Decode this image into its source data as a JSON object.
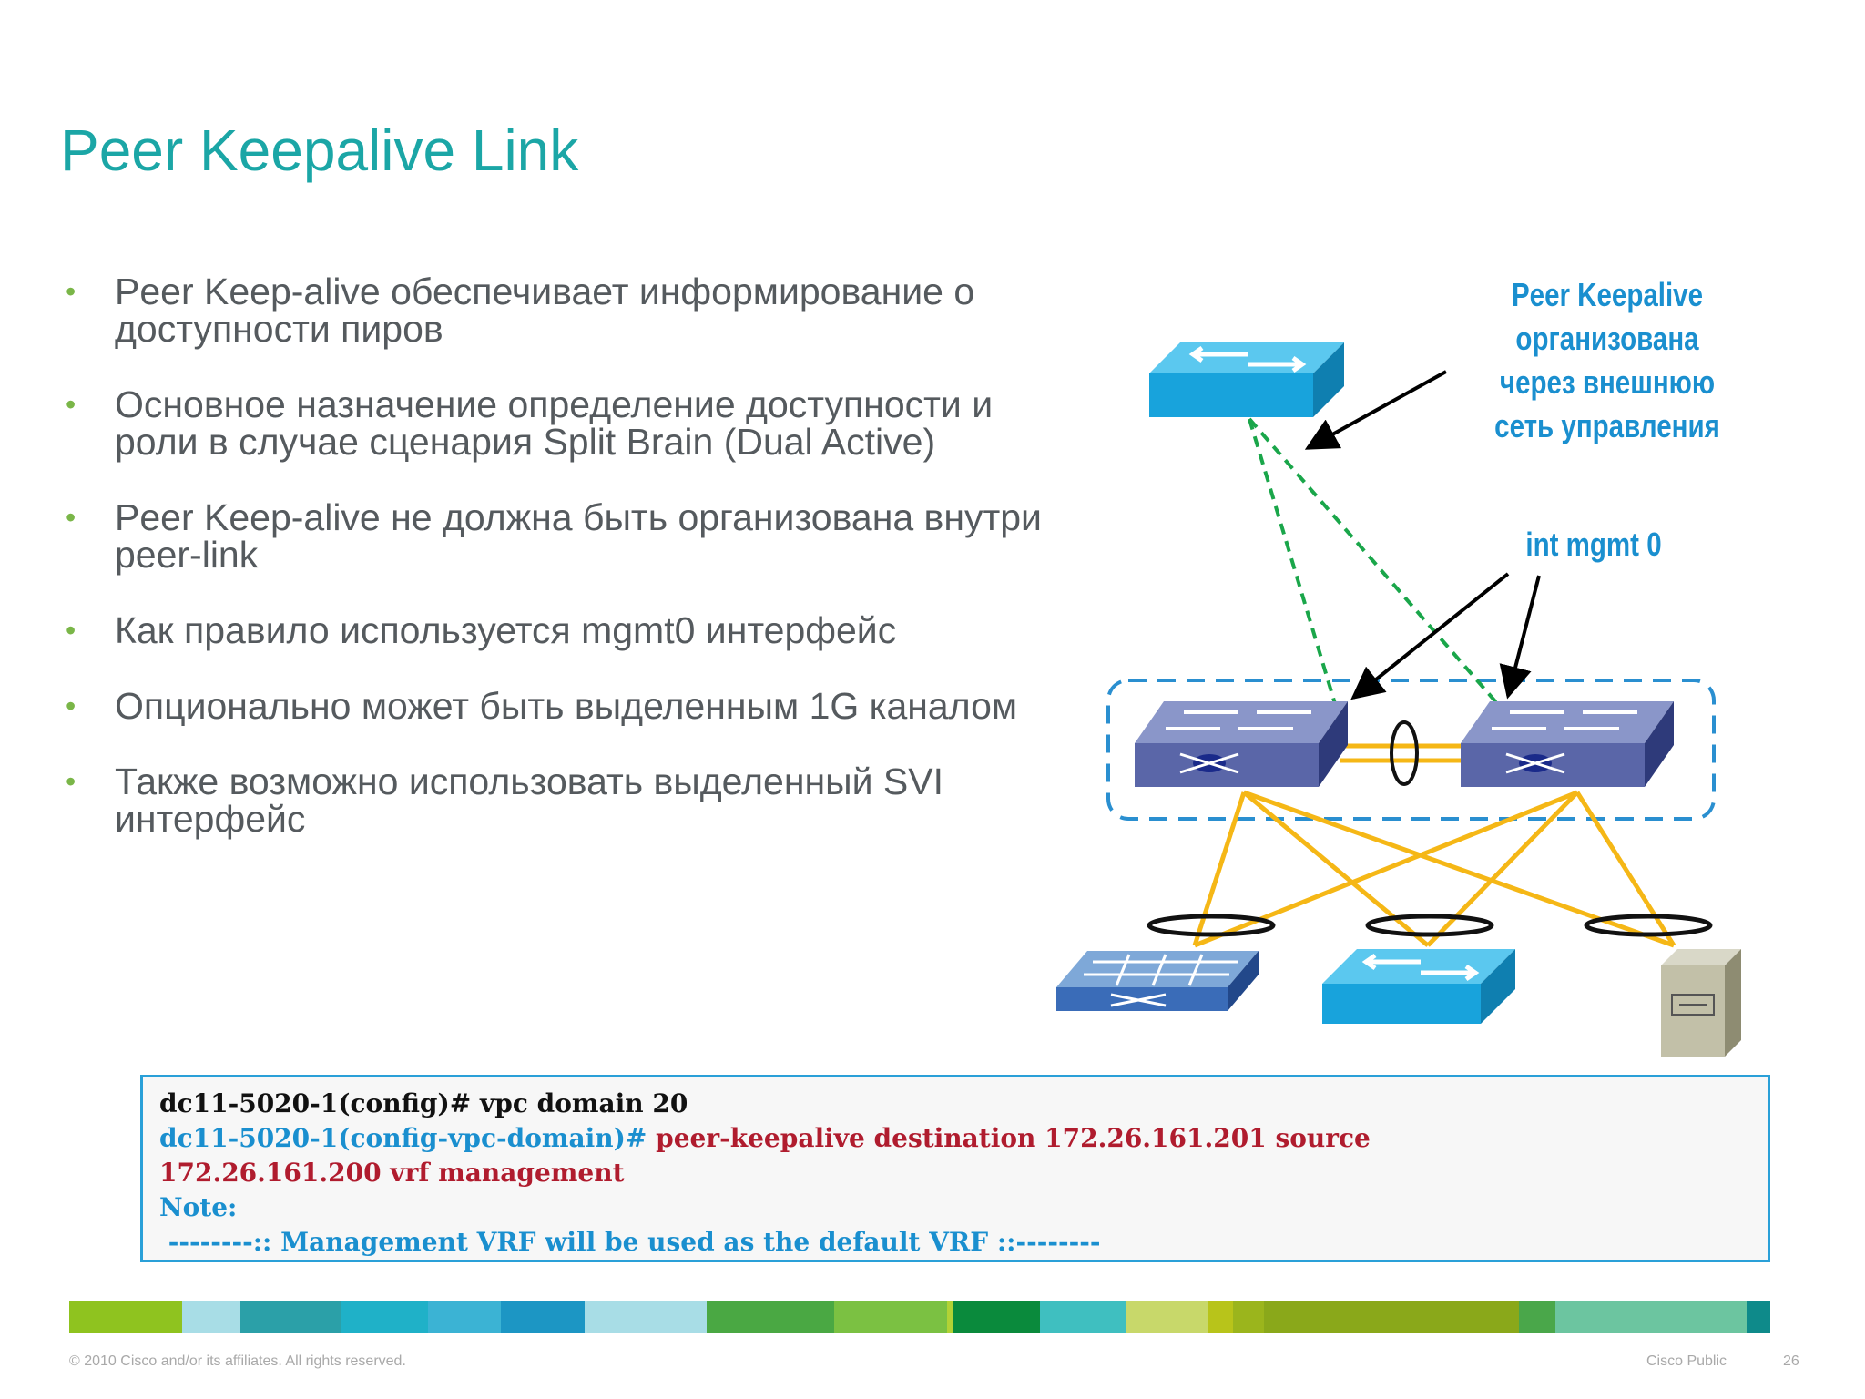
{
  "title": "Peer Keepalive Link",
  "bullets": [
    {
      "text": "Peer Keep-alive обеспечивает информирование о доступности пиров"
    },
    {
      "text": "Основное назначение определение доступности и роли в случае сценария Split Brain (Dual Active)"
    },
    {
      "text": "Peer Keep-alive не должна быть организована внутри peer-link"
    },
    {
      "text": "Как правило используется mgmt0 интерфейс"
    },
    {
      "text": "Опционально может быть выделенным 1G каналом"
    },
    {
      "text": "Также возможно использовать выделенный SVI интерфейс"
    }
  ],
  "callouts": {
    "keepalive_line1": "Peer Keepalive",
    "keepalive_line2": "организована",
    "keepalive_line3": "через внешнюю",
    "keepalive_line4": "сеть управления",
    "mgmt": "int mgmt 0"
  },
  "code": {
    "line1": "dc11-5020-1(config)# vpc domain 20",
    "line2_prompt": "dc11-5020-1(config-vpc-domain)# ",
    "line2_cmd": "peer-keepalive destination 172.26.161.201 source",
    "line3": "172.26.161.200 vrf management",
    "line4": "Note:",
    "line5": " --------:: Management VRF will be used as the default VRF ::--------"
  },
  "footer": {
    "copyright": "© 2010 Cisco and/or its affiliates. All rights reserved.",
    "classification": "Cisco Public",
    "page": "26"
  },
  "colors": {
    "title": "#1ba6a6",
    "callout": "#1a8fcf",
    "keepalive_line": "#1aa64a",
    "uplink": "#f5b716",
    "vpc_domain": "#2a8fd0",
    "code_border": "#2aa0d8"
  },
  "stripe_colors": [
    "#8fc31f",
    "#a8dde6",
    "#2ba0a8",
    "#1fb1c8",
    "#3bb3d4",
    "#1c96c4",
    "#a8dde6",
    "#4aa843",
    "#7bc142",
    "#b2d235",
    "#0a8a3c",
    "#3fbfc0",
    "#c8d86a",
    "#b8c41a",
    "#9bb51c",
    "#8aa81a",
    "#4aa74a",
    "#6cc5a0",
    "#0e8a8a"
  ],
  "diagram_icons": [
    "mgmt-switch-icon",
    "nexus-switch-left-icon",
    "nexus-switch-right-icon",
    "access-switch-icon",
    "workgroup-switch-icon",
    "server-icon"
  ]
}
